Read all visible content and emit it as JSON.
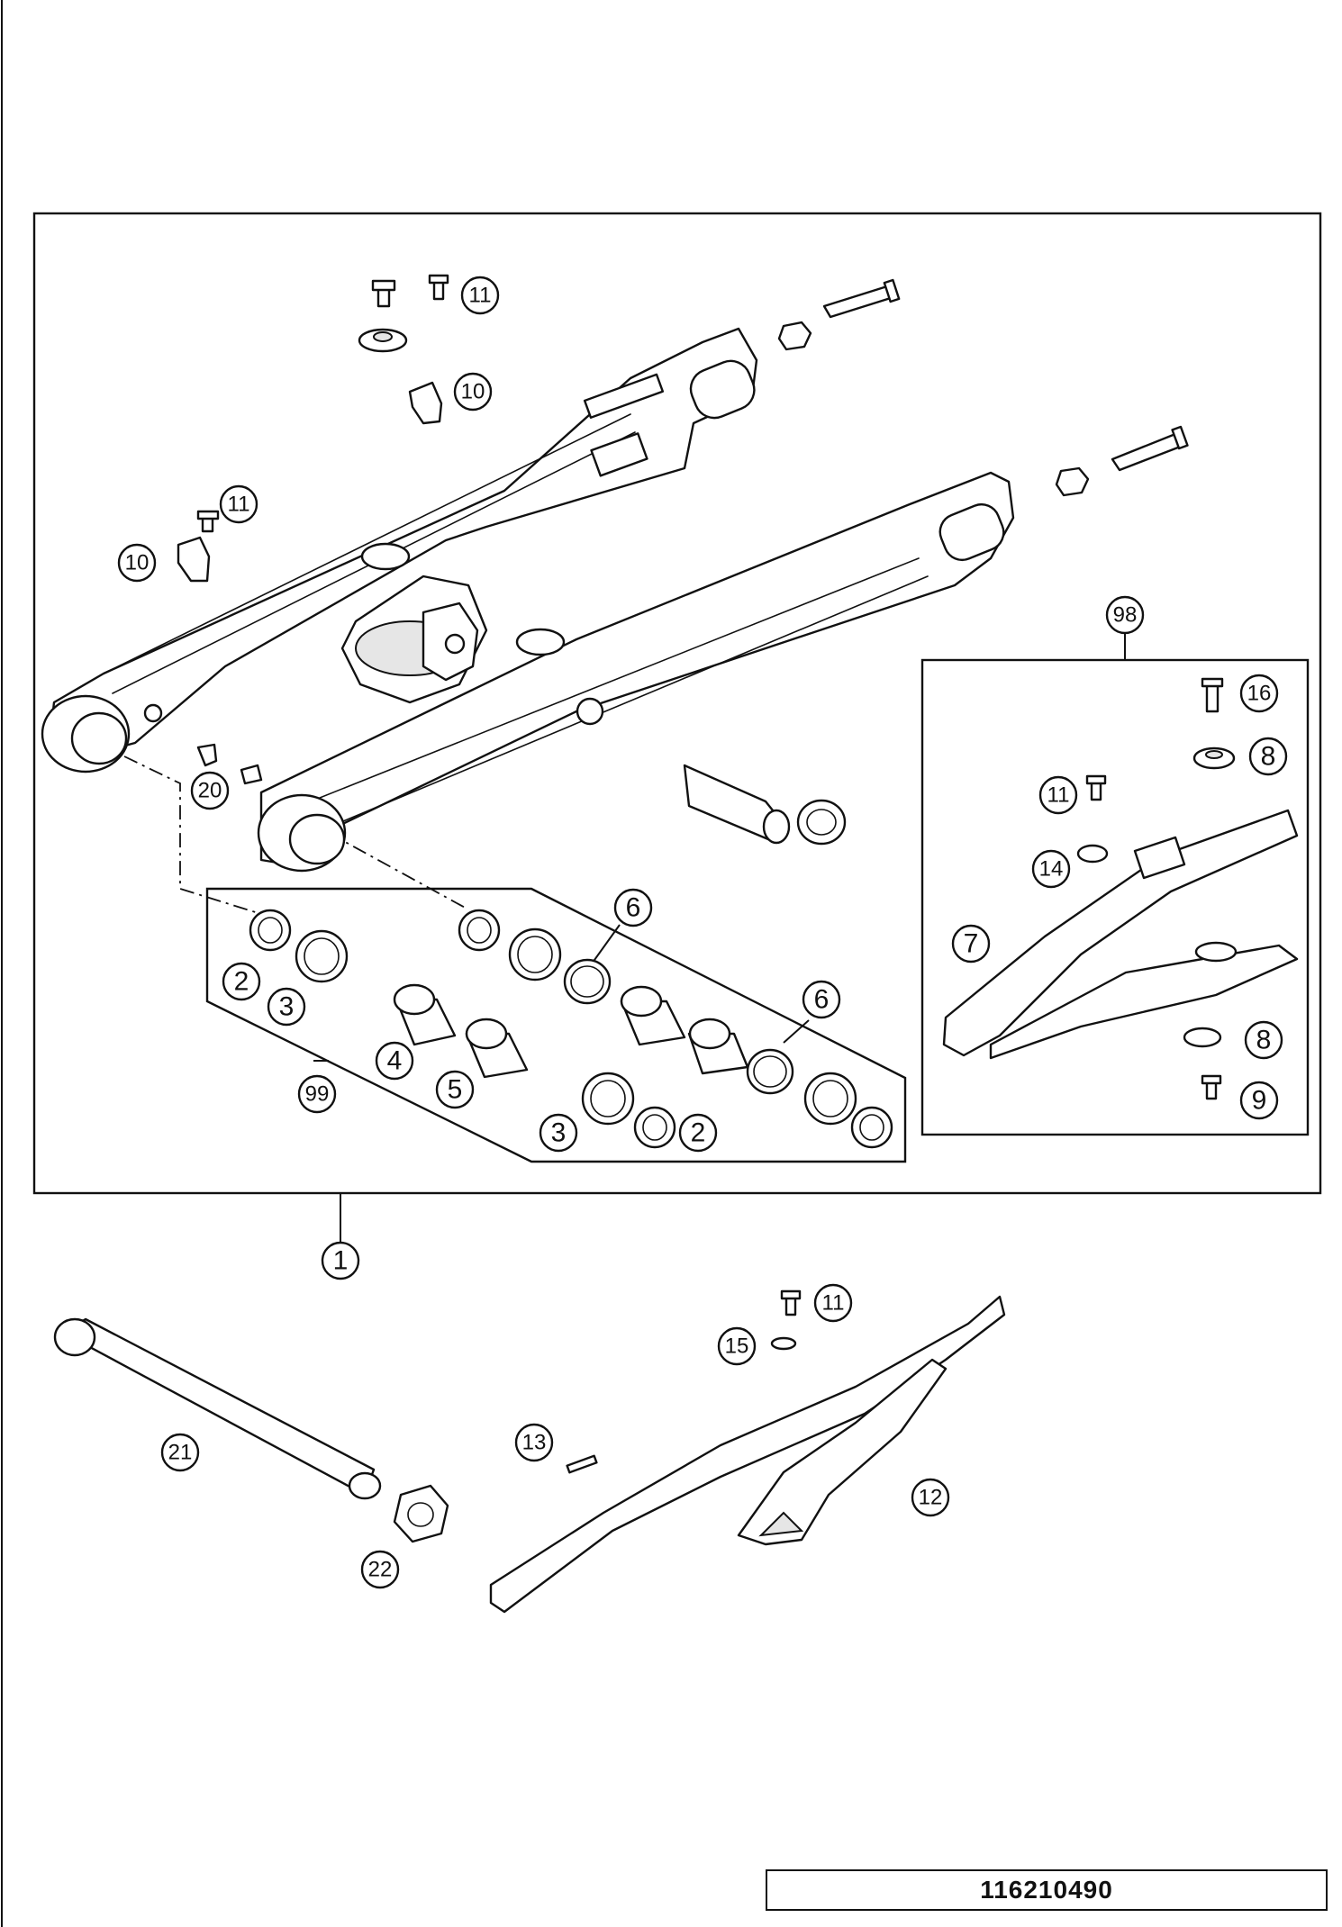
{
  "document": {
    "number": "116210490"
  },
  "callouts": {
    "c1": "1",
    "c2a": "2",
    "c2b": "2",
    "c3a": "3",
    "c3b": "3",
    "c4": "4",
    "c5": "5",
    "c6a": "6",
    "c6b": "6",
    "c7": "7",
    "c8a": "8",
    "c8b": "8",
    "c9": "9",
    "c10a": "10",
    "c10b": "10",
    "c11a": "11",
    "c11b": "11",
    "c11c": "11",
    "c11d": "11",
    "c12": "12",
    "c13": "13",
    "c14": "14",
    "c15": "15",
    "c16": "16",
    "c20": "20",
    "c21": "21",
    "c22": "22",
    "c98": "98",
    "c99": "99"
  }
}
